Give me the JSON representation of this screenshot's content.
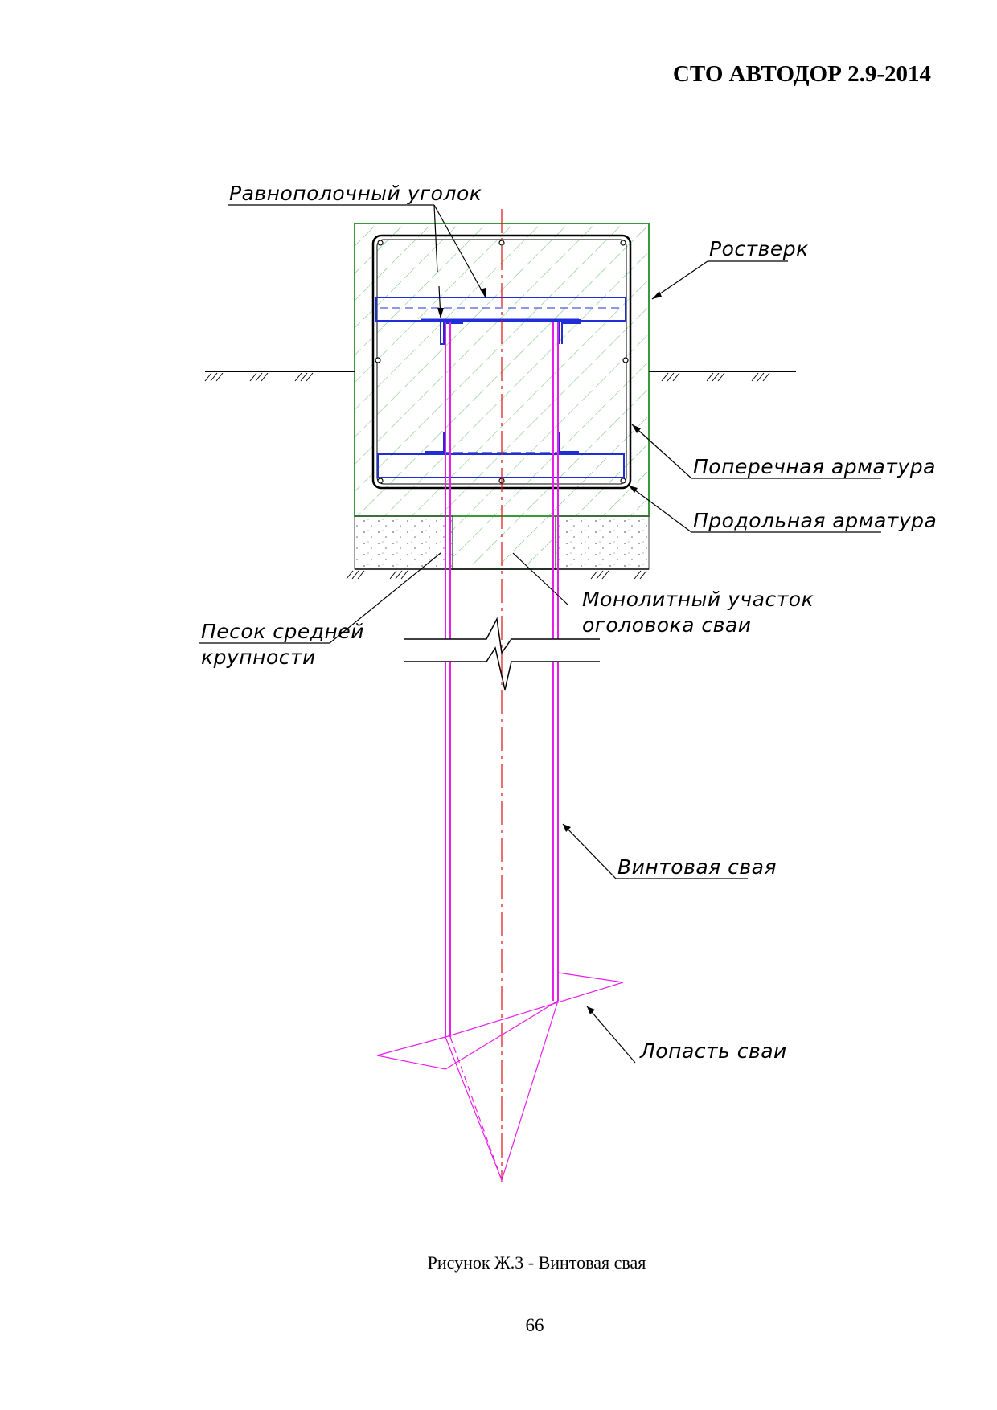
{
  "header": {
    "doc_code": "СТО АВТОДОР 2.9-2014"
  },
  "drawing": {
    "labels": {
      "angle": "Равнополочный уголок",
      "grillage": "Ростверк",
      "transverse_rebar": "Поперечная арматура",
      "longitudinal_rebar": "Продольная арматура",
      "sand_line1": "Песок средней",
      "sand_line2": "крупности",
      "monolith_line1": "Монолитный участок",
      "monolith_line2": "оголовока сваи",
      "screw_pile": "Винтовая свая",
      "pile_blade": "Лопасть сваи"
    },
    "colors": {
      "concrete_outline": "#3a9a3a",
      "hatch": "#7cc47c",
      "rebar": "#1e2fd8",
      "pile": "#e81ee8",
      "axis": "#e01010"
    }
  },
  "caption": "Рисунок Ж.3 - Винтовая свая",
  "page_number": "66"
}
